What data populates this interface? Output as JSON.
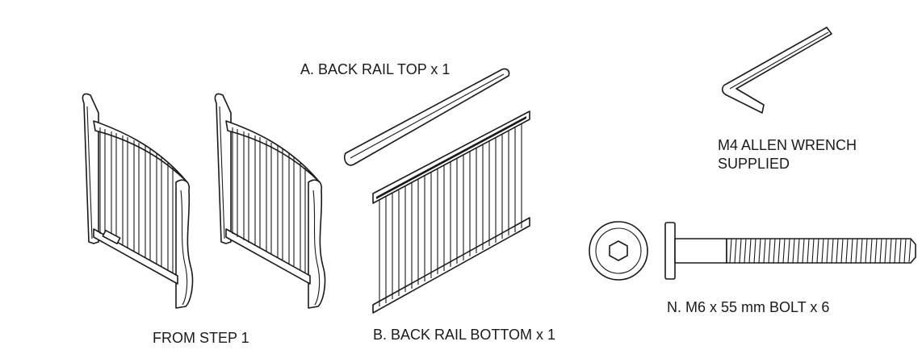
{
  "labels": {
    "from_step": "FROM STEP 1",
    "back_rail_top": "A. BACK RAIL TOP x 1",
    "back_rail_bottom": "B. BACK RAIL BOTTOM x 1",
    "allen_wrench_line1": "M4 ALLEN WRENCH",
    "allen_wrench_line2": "SUPPLIED",
    "bolt": "N. M6 x 55 mm BOLT x 6"
  }
}
